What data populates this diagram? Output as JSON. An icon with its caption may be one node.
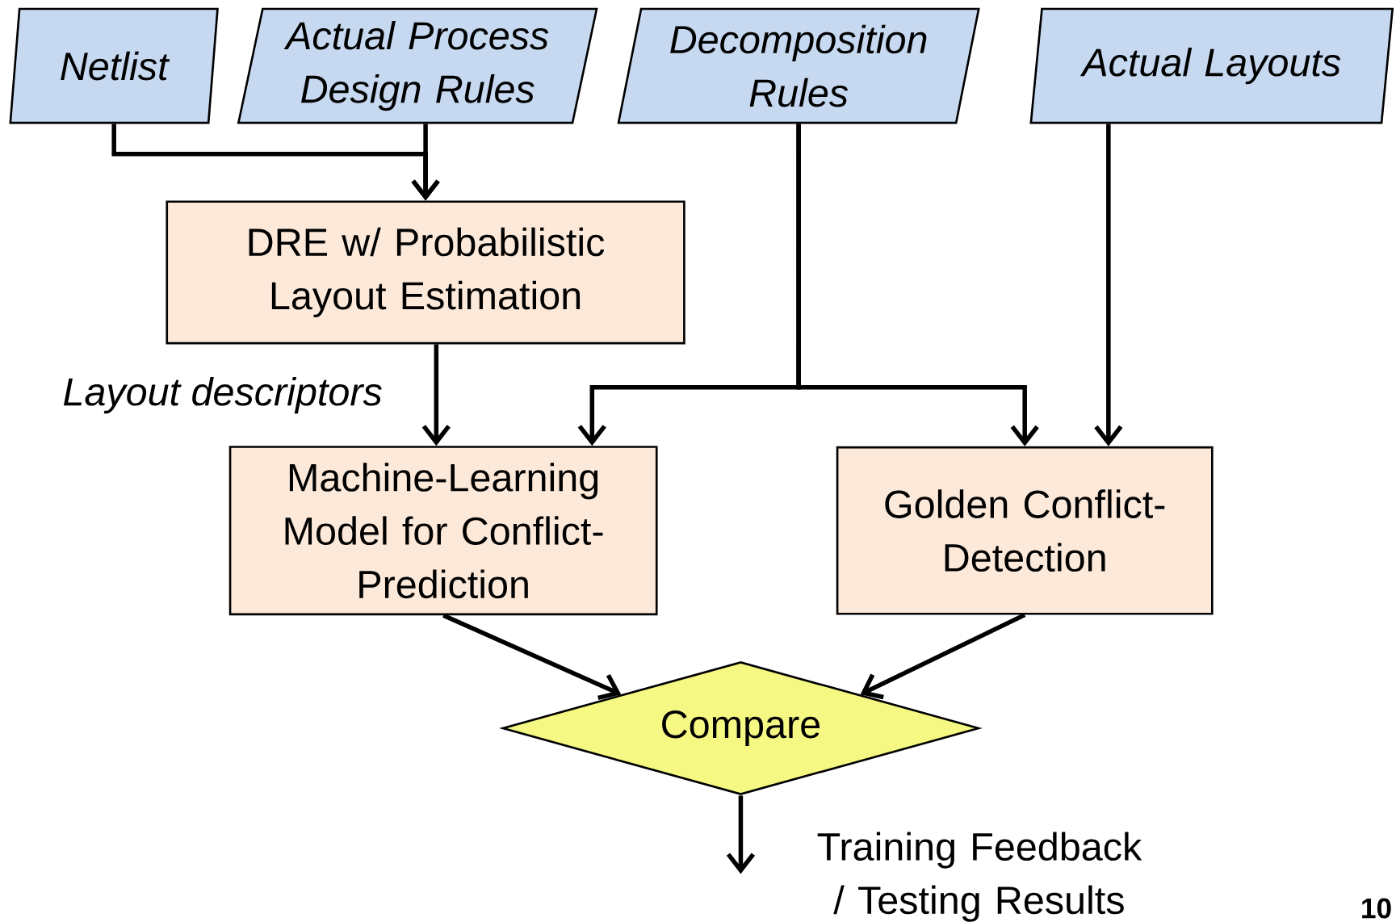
{
  "diagram": {
    "nodes": [
      {
        "text": [
          "Netlist"
        ]
      },
      {
        "text": [
          "Actual Process Design Rules"
        ]
      },
      {
        "text": [
          "Decomposition Rules"
        ]
      },
      {
        "text": [
          "Actual Layouts"
        ]
      },
      {
        "text": [
          "DRE w/ Probabilistic Layout Estimation"
        ]
      },
      {
        "text": [
          "Machine-Learning Model for Conflict-Prediction"
        ]
      },
      {
        "text": [
          "Golden Conflict-Detection"
        ]
      },
      {
        "text": [
          "Compare"
        ]
      }
    ],
    "edges": [
      {
        "from": 0,
        "to": 4,
        "arrow": "to"
      },
      {
        "from": 1,
        "to": 4,
        "arrow": "to"
      },
      {
        "from": 2,
        "to": 5,
        "arrow": "to"
      },
      {
        "from": 2,
        "to": 6,
        "arrow": "to"
      },
      {
        "from": 3,
        "to": 6,
        "arrow": "to"
      },
      {
        "from": 4,
        "to": 5,
        "arrow": "to",
        "label": "Layout descriptors"
      },
      {
        "from": 5,
        "to": 7,
        "arrow": "to"
      },
      {
        "from": 6,
        "to": 7,
        "arrow": "to"
      },
      {
        "from": 7,
        "to": null,
        "arrow": "to"
      }
    ],
    "labels": [
      "Training Feedback / Testing Results",
      "10"
    ]
  }
}
